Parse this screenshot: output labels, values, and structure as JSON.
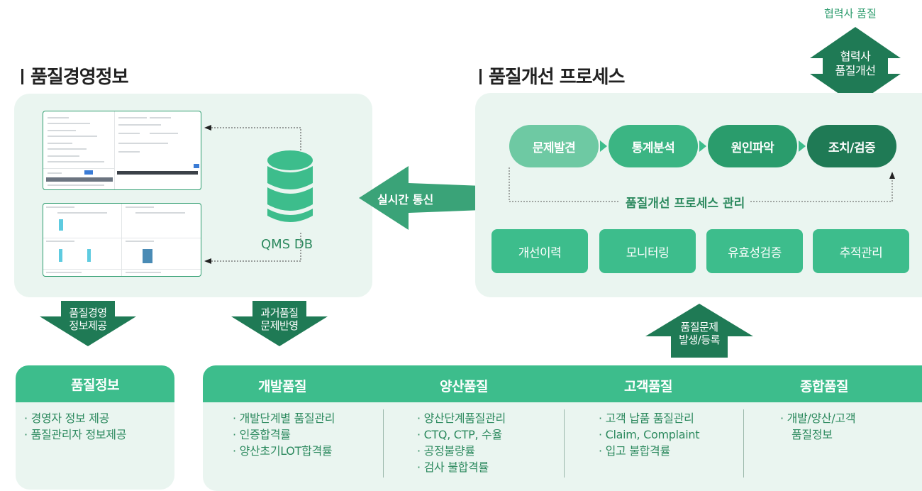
{
  "left_heading": "품질경영정보",
  "right_heading": "품질개선 프로세스",
  "top_right_label": "협력사 품질",
  "partner_arrow_label": [
    "협력사",
    "품질개선"
  ],
  "db_label": "QMS DB",
  "realtime_label": "실시간 통신",
  "process_steps": [
    "문제발견",
    "통계분석",
    "원인파악",
    "조치/검증"
  ],
  "process_manage_label": "품질개선 프로세스 관리",
  "process_buttons": [
    "개선이력",
    "모니터링",
    "유효성검증",
    "추적관리"
  ],
  "down_arrow_1": [
    "품질경영",
    "정보제공"
  ],
  "down_arrow_2": [
    "과거품질",
    "문제반영"
  ],
  "up_arrow": [
    "품질문제",
    "발생/등록"
  ],
  "quality_info": {
    "title": "품질정보",
    "items": [
      "· 경영자 정보 제공",
      "· 품질관리자 정보제공"
    ]
  },
  "categories": [
    {
      "title": "개발품질",
      "items": [
        "· 개발단계별 품질관리",
        "· 인증합격률",
        "· 양산초기LOT합격률"
      ]
    },
    {
      "title": "양산품질",
      "items": [
        "· 양산단계품질관리",
        "· CTQ, CTP, 수율",
        "· 공정불량률",
        "· 검사 불합격률"
      ]
    },
    {
      "title": "고객품질",
      "items": [
        "· 고객 납품 품질관리",
        "· Claim, Complaint",
        "· 입고 불합격률"
      ]
    },
    {
      "title": "종합품질",
      "items": [
        "· 개발/양산/고객",
        "품질정보"
      ]
    }
  ],
  "colors": {
    "accent": "#3dbd8c",
    "dark_green": "#2d8a5f",
    "panel_bg": "#eaf5f0",
    "step_1": "#6ec9a3",
    "step_2": "#3bb583",
    "step_3": "#2a9c6c",
    "step_4": "#1f7a55"
  },
  "icons": [
    "database-icon",
    "arrow-left-icon",
    "arrow-down-icon",
    "arrow-up-icon",
    "double-arrow-icon",
    "triangle-right-icon"
  ]
}
